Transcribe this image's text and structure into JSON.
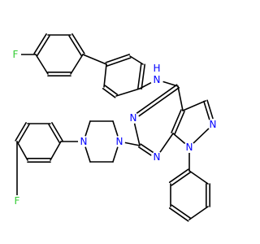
{
  "molecule": {
    "atoms": [
      {
        "id": "F1",
        "symbol": "F",
        "color": "#33cc33"
      },
      {
        "id": "N1",
        "symbol": "N",
        "color": "#0000ff",
        "h": "H"
      },
      {
        "id": "N2",
        "symbol": "N",
        "color": "#0000ff"
      },
      {
        "id": "N3",
        "symbol": "N",
        "color": "#0000ff"
      },
      {
        "id": "N4",
        "symbol": "N",
        "color": "#0000ff"
      },
      {
        "id": "N5",
        "symbol": "N",
        "color": "#0000ff"
      },
      {
        "id": "N6",
        "symbol": "N",
        "color": "#0000ff"
      },
      {
        "id": "N7",
        "symbol": "N",
        "color": "#0000ff"
      },
      {
        "id": "F2",
        "symbol": "F",
        "color": "#33cc33"
      }
    ]
  }
}
